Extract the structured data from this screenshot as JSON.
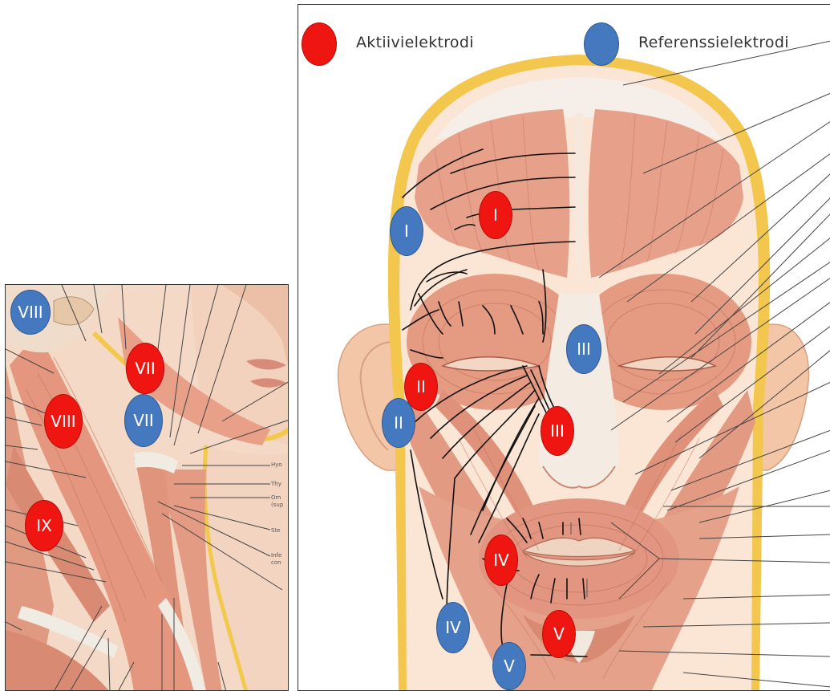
{
  "legend": {
    "active_label": "Aktiivielektrodi",
    "reference_label": "Referenssielektrodi",
    "active_color": "#ef1510",
    "reference_color": "#4478bf"
  },
  "face_electrodes": {
    "active": [
      "I",
      "II",
      "III",
      "IV",
      "V"
    ],
    "reference": [
      "I",
      "II",
      "III",
      "IV",
      "V"
    ]
  },
  "neck_electrodes": {
    "active": [
      "VII",
      "VIII",
      "IX"
    ],
    "reference": [
      "VIII",
      "VII"
    ]
  },
  "neck_labels": [
    "Hyo",
    "Thy",
    "Om",
    "(sup",
    "Ste",
    "Infe",
    "con"
  ],
  "colors": {
    "muscle": "#e9a58e",
    "muscle_dark": "#c8765f",
    "fat_yellow": "#f2c94c",
    "skin": "#f6d3bd",
    "tendon": "#f1ece3"
  }
}
